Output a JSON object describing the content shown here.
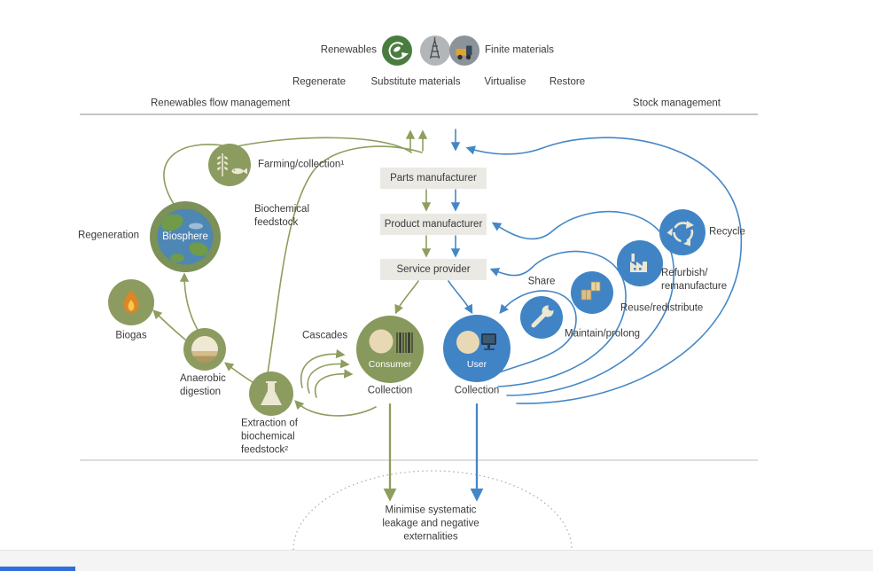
{
  "header": {
    "renewables_label": "Renewables",
    "finite_label": "Finite materials",
    "strategies": [
      "Regenerate",
      "Substitute materials",
      "Virtualise",
      "Restore"
    ],
    "left_section": "Renewables flow management",
    "right_section": "Stock management"
  },
  "chain": {
    "boxes": [
      "Parts manufacturer",
      "Product manufacturer",
      "Service provider"
    ]
  },
  "bio_cycle": {
    "farming": "Farming/collection¹",
    "biochemical_feedstock": "Biochemical\nfeedstock",
    "regeneration": "Regeneration",
    "biosphere": "Biosphere",
    "biogas": "Biogas",
    "anaerobic": "Anaerobic\ndigestion",
    "extraction": "Extraction of\nbiochemical\nfeedstock²",
    "cascades": "Cascades",
    "consumer": "Consumer",
    "collection": "Collection"
  },
  "tech_cycle": {
    "user": "User",
    "collection": "Collection",
    "share": "Share",
    "maintain": "Maintain/prolong",
    "reuse": "Reuse/redistribute",
    "refurbish": "Refurbish/\nremanufacture",
    "recycle": "Recycle"
  },
  "footer": {
    "leakage": "Minimise systematic\nleakage and negative\nexternalities"
  },
  "icons": {
    "renewables": "cycle-leaf",
    "finite_oil": "oil-derrick",
    "finite_truck": "mining-truck",
    "farming": "wheat-fish",
    "biosphere": "earth",
    "biogas": "flame",
    "anaerobic": "sediment-layers",
    "extraction": "flask",
    "consumer": "person-barcode",
    "user": "person-screen",
    "maintain": "wrench",
    "reuse": "packages",
    "refurbish": "factory",
    "recycle": "recycle-arrows"
  },
  "colors": {
    "bio_green": "#8d9e5e",
    "circle_green": "#8c9c60",
    "tech_blue": "#4587c6",
    "box_bg": "#eae9e4",
    "text": "#3a3a3a"
  }
}
